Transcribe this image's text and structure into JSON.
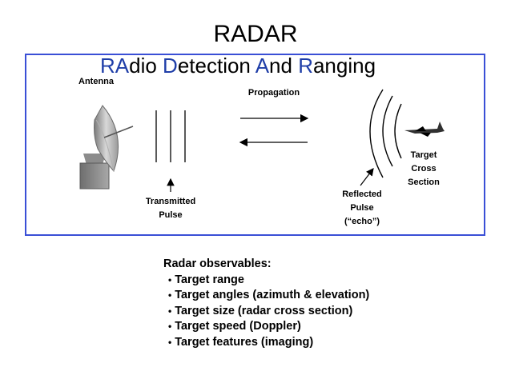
{
  "title": "RADAR",
  "subtitle": {
    "parts": [
      {
        "text": "RA",
        "highlight": true
      },
      {
        "text": "dio ",
        "highlight": false
      },
      {
        "text": "D",
        "highlight": true
      },
      {
        "text": "etection ",
        "highlight": false
      },
      {
        "text": "A",
        "highlight": true
      },
      {
        "text": "nd ",
        "highlight": false
      },
      {
        "text": "R",
        "highlight": true
      },
      {
        "text": "anging",
        "highlight": false
      }
    ]
  },
  "labels": {
    "antenna": "Antenna",
    "propagation": "Propagation",
    "transmitted_line1": "Transmitted",
    "transmitted_line2": "Pulse",
    "reflected_line1": "Reflected",
    "reflected_line2": "Pulse",
    "reflected_line3": "(“echo”)",
    "target_line1": "Target",
    "target_line2": "Cross",
    "target_line3": "Section"
  },
  "observables": {
    "heading": "Radar observables:",
    "items": [
      "Target range",
      "Target angles (azimuth & elevation)",
      "Target size (radar cross section)",
      "Target speed (Doppler)",
      "Target features (imaging)"
    ]
  },
  "colors": {
    "frame": "#3a4fd6",
    "highlight": "#1f3ea8"
  }
}
